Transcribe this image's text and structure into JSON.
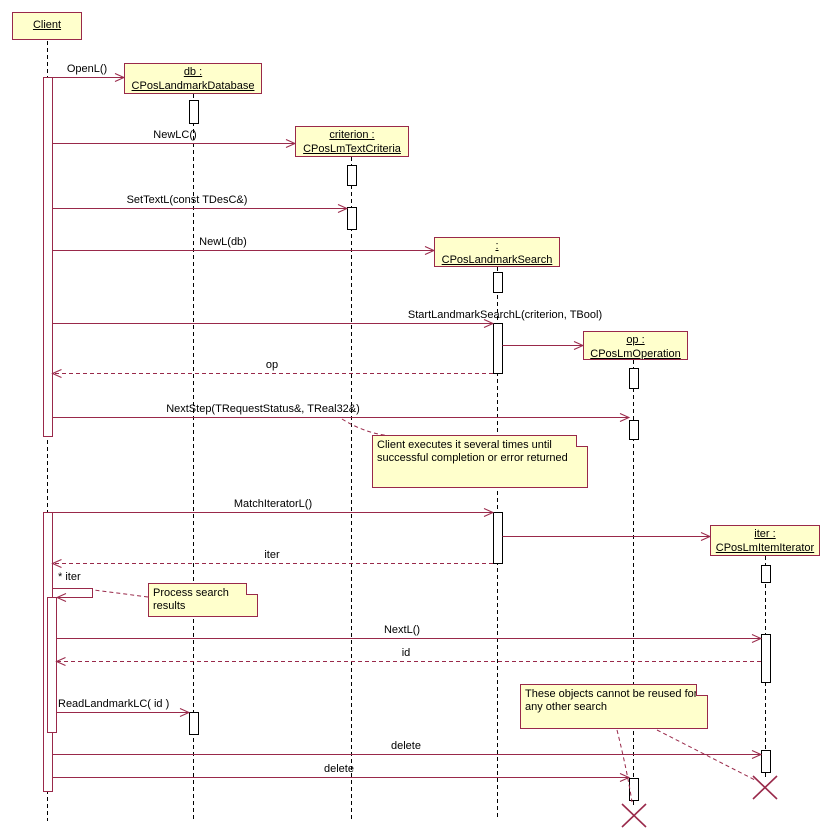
{
  "objects": {
    "client": {
      "name": "Client"
    },
    "db": {
      "line1": "db :",
      "line2": "CPosLandmarkDatabase"
    },
    "criterion": {
      "line1": "criterion :",
      "line2": "CPosLmTextCriteria"
    },
    "search": {
      "line1": ":",
      "line2": "CPosLandmarkSearch"
    },
    "op": {
      "line1": "op :",
      "line2": "CPosLmOperation"
    },
    "iter": {
      "line1": "iter :",
      "line2": "CPosLmItemIterator"
    }
  },
  "messages": {
    "open": "OpenL()",
    "newlc": "NewLC()",
    "settext": "SetTextL(const TDesC&)",
    "newl": "NewL(db)",
    "startsearch": "StartLandmarkSearchL(criterion, TBool)",
    "op_return": "op",
    "nextstep": "NextStep(TRequestStatus&, TReal32&)",
    "matchiterator": "MatchIteratorL()",
    "iter_return": "iter",
    "star_iter": "* iter",
    "nextl": "NextL()",
    "id_return": "id",
    "readlandmark": "ReadLandmarkLC( id )",
    "delete_iter": "delete",
    "delete_op": "delete"
  },
  "notes": {
    "retry": "Client executes it several times until successful completion or error returned",
    "process": "Process search results",
    "reuse": "These objects cannot be reused for any other search"
  },
  "colors": {
    "line": "#99294A",
    "box_fill": "#FFFFCC",
    "lifeline": "#000000",
    "background": "#FFFFFF"
  }
}
